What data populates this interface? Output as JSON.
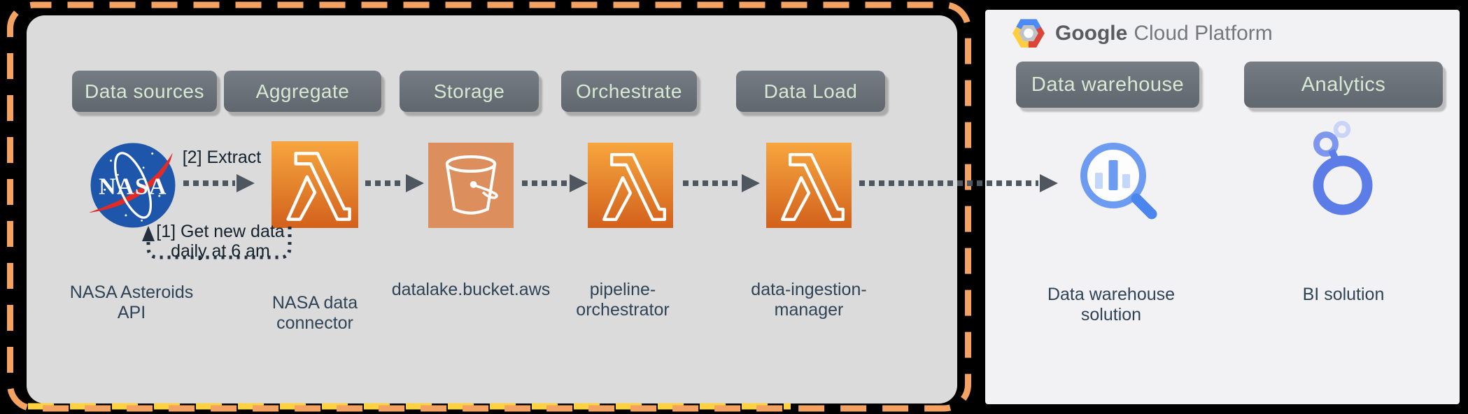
{
  "aws": {
    "stages": [
      {
        "label": "Data sources"
      },
      {
        "label": "Aggregate"
      },
      {
        "label": "Storage"
      },
      {
        "label": "Orchestrate"
      },
      {
        "label": "Data Load"
      }
    ],
    "nodes": {
      "nasa_api": {
        "line1": "NASA Asteroids",
        "line2": "API"
      },
      "nasa_connector": {
        "line1": "NASA data",
        "line2": "connector"
      },
      "datalake": {
        "line1": "datalake.bucket.aws"
      },
      "orchestrator": {
        "line1": "pipeline-",
        "line2": "orchestrator"
      },
      "ingestion": {
        "line1": "data-ingestion-",
        "line2": "manager"
      }
    },
    "annotations": {
      "extract": "[2] Extract",
      "schedule_line1": "[1] Get new data",
      "schedule_line2": "daily at 6 am"
    },
    "nasa_wordmark": "NASA"
  },
  "gcp": {
    "brand_bold": "Google",
    "brand_rest": "Cloud Platform",
    "stages": [
      {
        "label": "Data warehouse"
      },
      {
        "label": "Analytics"
      }
    ],
    "nodes": {
      "warehouse": {
        "line1": "Data warehouse",
        "line2": "solution"
      },
      "bi": {
        "line1": "BI solution"
      }
    }
  },
  "icon_names": [
    "nasa-logo-icon",
    "aws-lambda-icon",
    "s3-bucket-icon",
    "gcp-logo-icon",
    "bigquery-icon",
    "looker-icon",
    "dotted-arrow",
    "schedule-return-arrow"
  ],
  "colors": {
    "background": "#000000",
    "aws_panel": "#DBDBDB",
    "gcp_panel": "#F2F2F4",
    "dashed_border_orange": "#F3A261",
    "dashed_border_yellow": "#FFD23F",
    "stage_button": "#6A7077",
    "stage_button_text": "#D6E9D3",
    "arrow": "#4E5760",
    "label_text": "#2F4356",
    "annotation_text": "#14222E",
    "lambda_gradient_top": "#F7A63E",
    "lambda_gradient_bottom": "#D2611C",
    "bucket_orange": "#DC8E5C",
    "nasa_blue": "#1E56AC",
    "nasa_red": "#E32B26",
    "bigquery_blue": "#6D9BF2",
    "bigquery_light": "#C3D7FA",
    "bigquery_handle": "#4B86EE",
    "looker_primary": "#5C7CE8",
    "looker_mid": "#7E96EE",
    "looker_light": "#C9D4F8",
    "gcp_blue": "#4C8BF5",
    "gcp_yellow": "#FFCD40",
    "gcp_red": "#DB4437"
  }
}
